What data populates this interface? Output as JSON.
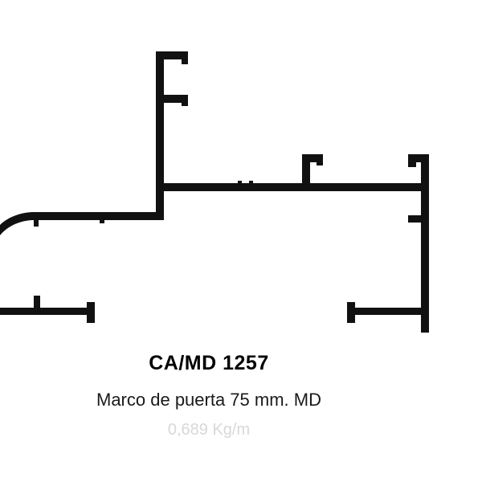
{
  "product": {
    "code": "CA/MD 1257",
    "description": "Marco de puerta 75 mm. MD",
    "weight": "0,689 Kg/m"
  },
  "colors": {
    "profile": "#111111",
    "background": "#ffffff",
    "weight_text": "#d8d8d8"
  }
}
